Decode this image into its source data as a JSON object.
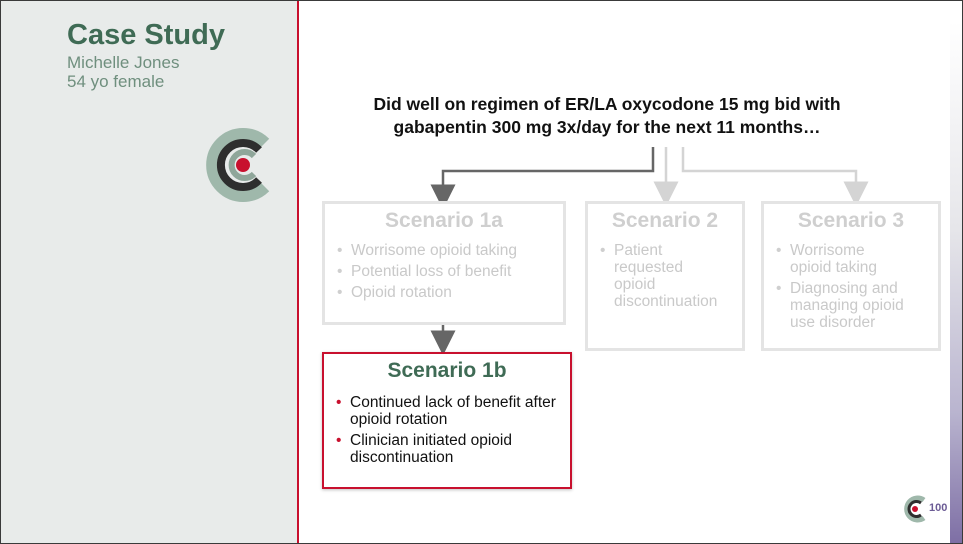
{
  "sidebar": {
    "title": "Case Study",
    "patient_name": "Michelle Jones",
    "patient_desc": "54 yo female"
  },
  "headline": {
    "line1": "Did well on regimen of ER/LA oxycodone 15 mg bid with",
    "line2": "gabapentin 300 mg 3x/day for the next 11 months…"
  },
  "scenarios": [
    {
      "title": "Scenario 1a",
      "bullets": [
        "Worrisome opioid taking",
        "Potential loss of benefit",
        "Opioid rotation"
      ]
    },
    {
      "title": "Scenario 2",
      "bullets": [
        "Patient requested opioid discontinuation"
      ]
    },
    {
      "title": "Scenario 3",
      "bullets": [
        "Worrisome opioid taking",
        "Diagnosing and managing opioid use disorder"
      ]
    },
    {
      "title": "Scenario 1b",
      "bullets": [
        "Continued lack of benefit after opioid rotation",
        "Clinician initiated opioid discontinuation"
      ]
    }
  ],
  "page_number": "100",
  "colors": {
    "accent_red": "#c8102e",
    "title_green": "#3f6b55",
    "faded_gray": "#cfcfcf",
    "connector_dark": "#666666"
  },
  "icons": {
    "logo": "target-c-logo-icon"
  }
}
